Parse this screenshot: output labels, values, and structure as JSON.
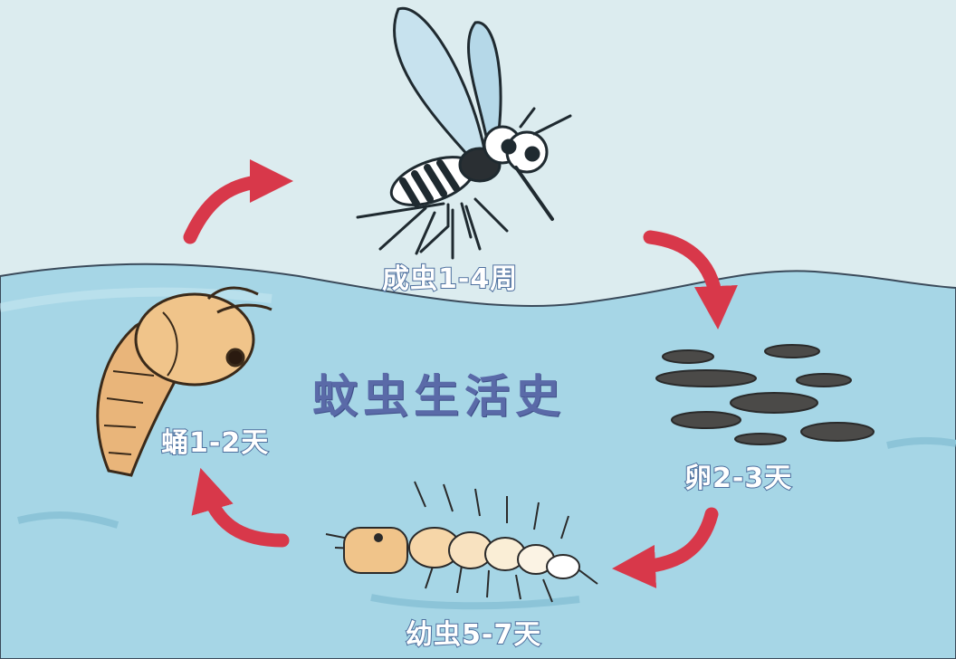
{
  "title": "蚊虫生活史",
  "stages": {
    "adult": "成虫1-4周",
    "egg": "卵2-3天",
    "larva": "幼虫5-7天",
    "pupa": "蛹1-2天"
  },
  "colors": {
    "sky": "#dcecef",
    "water": "#a6d6e6",
    "arrow": "#d8384a",
    "label_outline": "#4d6f9e",
    "title": "#5a6aa8"
  }
}
